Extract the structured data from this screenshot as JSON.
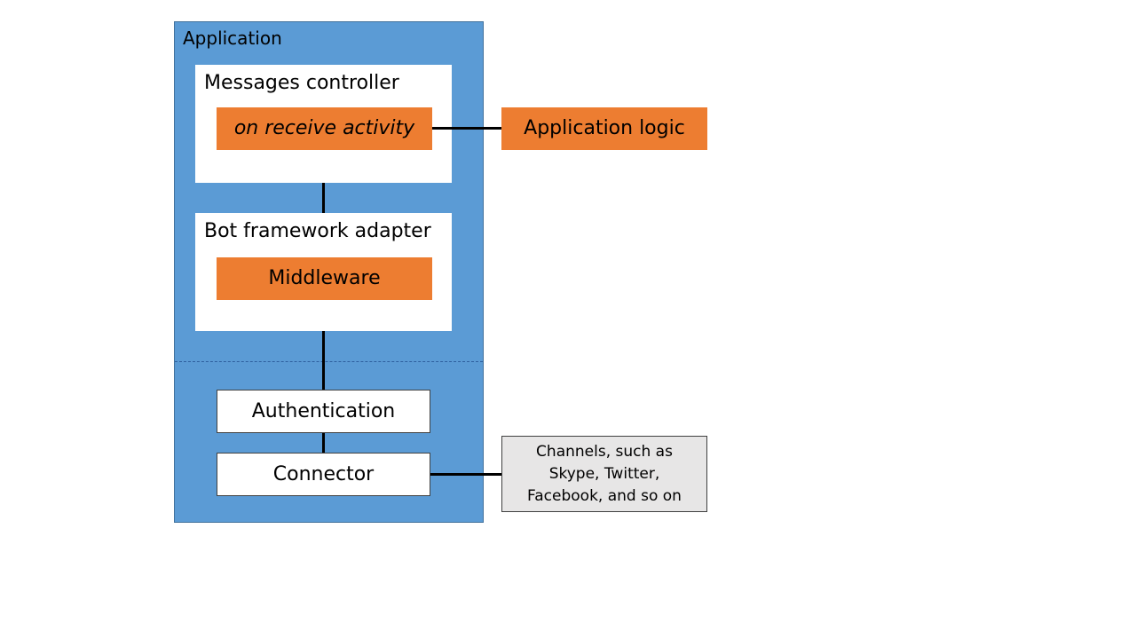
{
  "diagram": {
    "application": {
      "title": "Application",
      "fill": "#5b9bd5"
    },
    "messages_controller": {
      "title": "Messages controller",
      "on_receive_activity": "on receive activity"
    },
    "bot_framework_adapter": {
      "title": "Bot framework adapter",
      "middleware": "Middleware"
    },
    "authentication": "Authentication",
    "connector": "Connector",
    "application_logic": "Application logic",
    "channels": {
      "line1": "Channels, such as",
      "line2": "Skype, Twitter,",
      "line3": "Facebook, and so on",
      "fill": "#e7e6e6"
    },
    "colors": {
      "orange": "#ed7d31",
      "line": "#000000"
    }
  }
}
